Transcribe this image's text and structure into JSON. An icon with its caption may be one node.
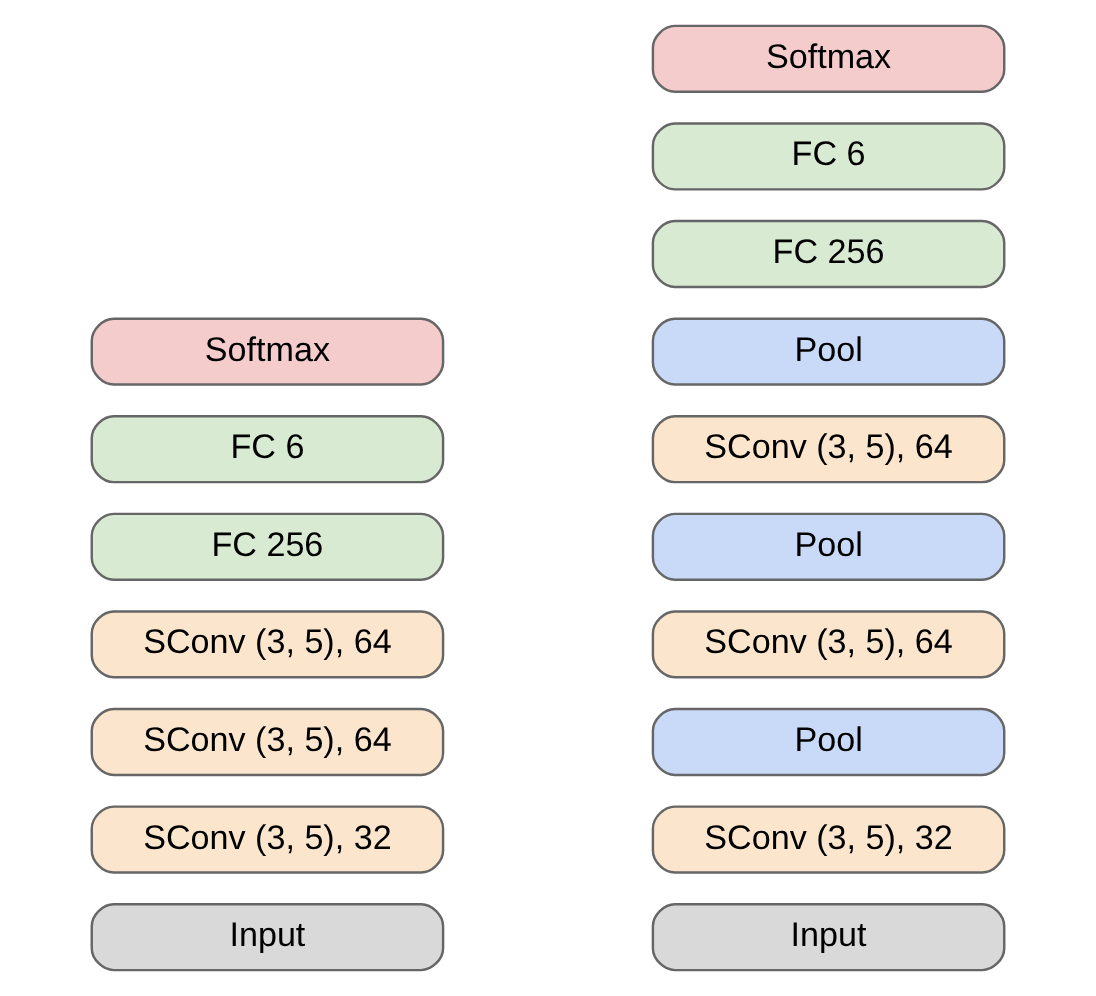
{
  "diagram": {
    "nodes": [
      {
        "text": [
          "Softmax"
        ]
      },
      {
        "text": [
          "FC 6"
        ]
      },
      {
        "text": [
          "FC 256"
        ]
      },
      {
        "text": [
          "SConv (3, 5), 64"
        ]
      },
      {
        "text": [
          "SConv (3, 5), 64"
        ]
      },
      {
        "text": [
          "SConv (3, 5), 32"
        ]
      },
      {
        "text": [
          "Input"
        ]
      },
      {
        "text": [
          "Softmax"
        ]
      },
      {
        "text": [
          "FC 6"
        ]
      },
      {
        "text": [
          "FC 256"
        ]
      },
      {
        "text": [
          "Pool"
        ]
      },
      {
        "text": [
          "SConv (3, 5), 64"
        ]
      },
      {
        "text": [
          "Pool"
        ]
      },
      {
        "text": [
          "SConv (3, 5), 64"
        ]
      },
      {
        "text": [
          "Pool"
        ]
      },
      {
        "text": [
          "SConv (3, 5), 32"
        ]
      },
      {
        "text": [
          "Input"
        ]
      }
    ],
    "edges": []
  }
}
